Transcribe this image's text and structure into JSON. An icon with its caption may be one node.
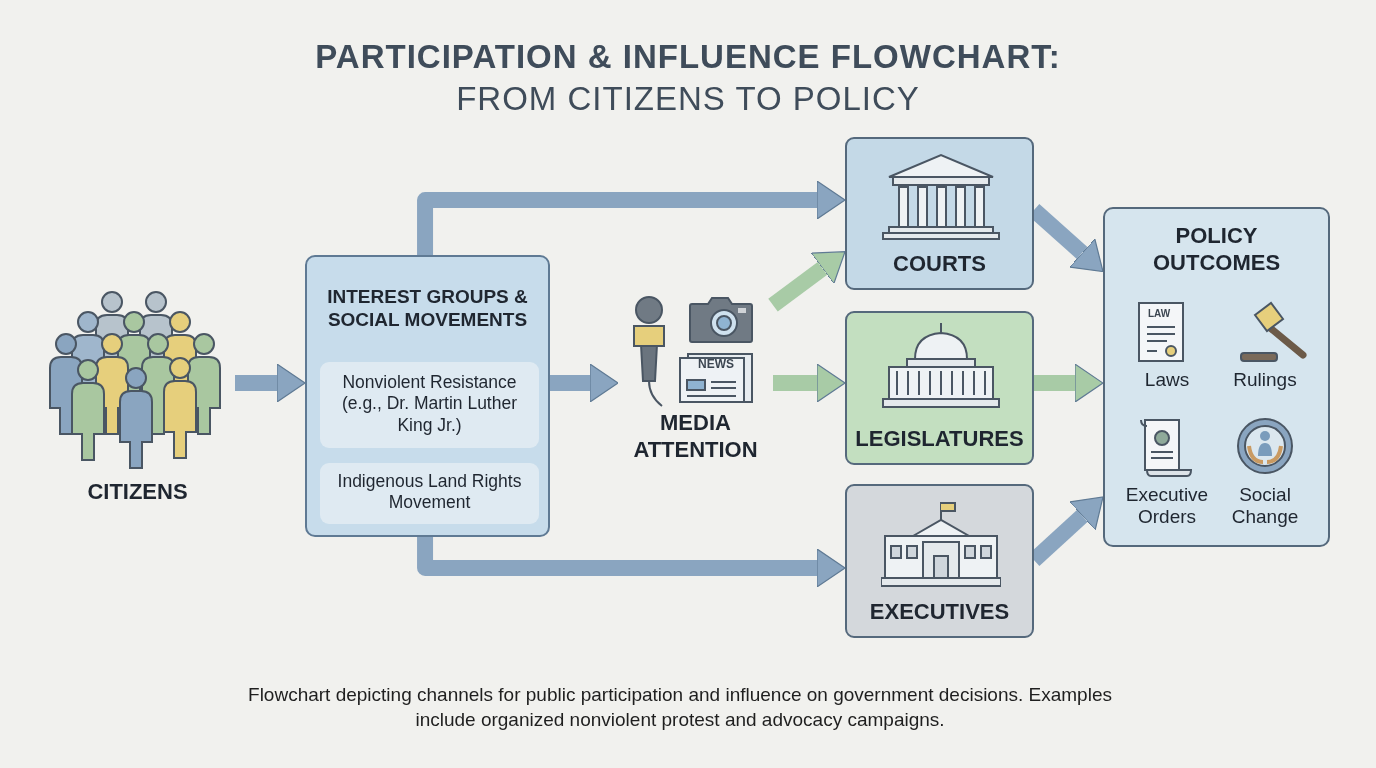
{
  "diagram": {
    "title": "**PARTICIPATION & INFLUENCE FLOWCHART:** FROM CITIZENS TO POLICY",
    "caption": "Flowchart depicting channels for public participation and influence on government decisions. Examples include organized nonviolent protest and advocacy campaigns.",
    "nodes": [
      {
        "text": [
          "CITIZENS"
        ]
      },
      {
        "text": [
          "INTEREST GROUPS & SOCIAL MOVEMENTS"
        ]
      },
      {
        "text": [
          "Nonviolent Resistance (e.g., Dr. Martin Luther King Jr.)"
        ],
        "in": 1
      },
      {
        "text": [
          "Indigenous Land Rights Movement"
        ],
        "in": 1
      },
      {
        "text": [
          "MEDIA ATTENTION"
        ]
      },
      {
        "text": [
          "COURTS"
        ]
      },
      {
        "text": [
          "LEGISLATURES"
        ]
      },
      {
        "text": [
          "EXECUTIVES"
        ]
      },
      {
        "text": [
          "POLICY OUTCOMES",
          "Laws",
          "Rulings",
          "Executive Orders",
          "Social Change"
        ]
      }
    ],
    "edges": [
      {
        "from": 0,
        "to": 1,
        "arrow": "to"
      },
      {
        "from": 1,
        "to": 4,
        "arrow": "to"
      },
      {
        "from": 1,
        "to": 5,
        "arrow": "to"
      },
      {
        "from": 1,
        "to": 7,
        "arrow": "to"
      },
      {
        "from": 4,
        "to": 5,
        "arrow": "to",
        "color": "#a8cba6"
      },
      {
        "from": 4,
        "to": 6,
        "arrow": "to",
        "color": "#a8cba6"
      },
      {
        "from": 5,
        "to": 8,
        "arrow": "to"
      },
      {
        "from": 6,
        "to": 8,
        "arrow": "to",
        "color": "#a8cba6"
      },
      {
        "from": 7,
        "to": 8,
        "arrow": "to"
      }
    ],
    "labels": [
      "NEWS",
      "LAW"
    ]
  }
}
